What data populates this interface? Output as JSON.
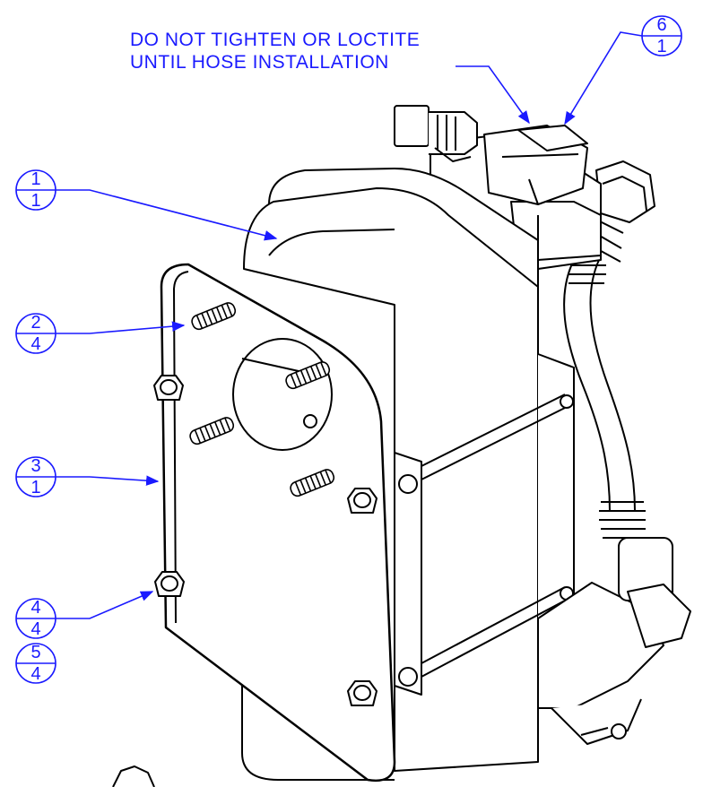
{
  "note": {
    "line1": "DO NOT TIGHTEN OR LOCTITE",
    "line2": "UNTIL HOSE INSTALLATION"
  },
  "balloons": [
    {
      "item": "1",
      "qty": "1"
    },
    {
      "item": "2",
      "qty": "4"
    },
    {
      "item": "3",
      "qty": "1"
    },
    {
      "item": "4",
      "qty": "4"
    },
    {
      "item": "5",
      "qty": "4"
    },
    {
      "item": "6",
      "qty": "1"
    }
  ],
  "colors": {
    "annotation": "#1a1aff",
    "linework": "#000000"
  }
}
